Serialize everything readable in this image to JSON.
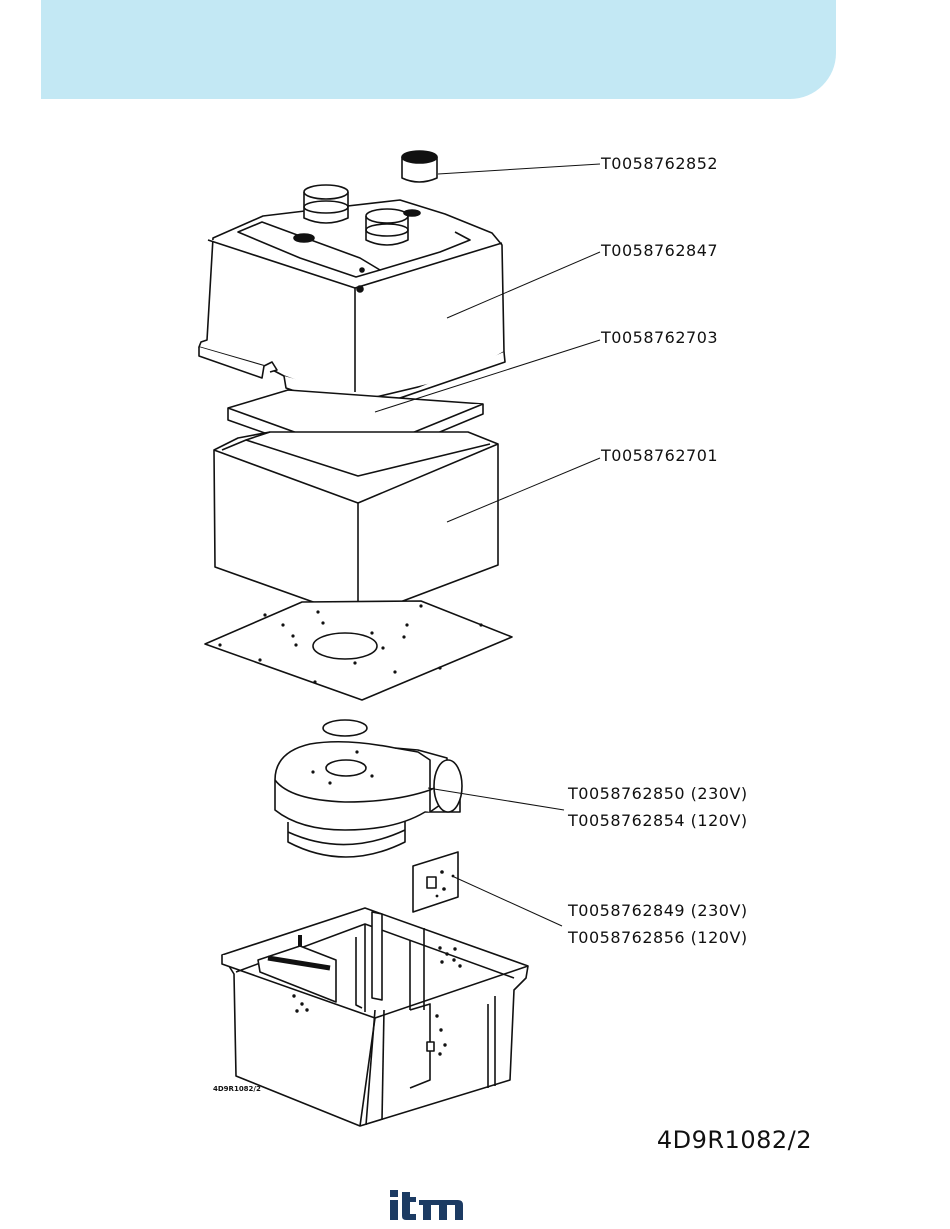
{
  "header": {
    "banner_color": "#c3e8f4"
  },
  "parts": [
    {
      "part_number": "T0058762852",
      "component": "cap"
    },
    {
      "part_number": "T0058762847",
      "component": "top-cover"
    },
    {
      "part_number": "T0058762703",
      "component": "filter-pad"
    },
    {
      "part_number": "T0058762701",
      "component": "foam-block"
    },
    {
      "part_number": "T0058762850 (230V)",
      "component": "blower-motor"
    },
    {
      "part_number": "T0058762854 (120V)",
      "component": "blower-motor"
    },
    {
      "part_number": "T0058762849 (230V)",
      "component": "control-board"
    },
    {
      "part_number": "T0058762856 (120V)",
      "component": "control-board"
    }
  ],
  "drawing": {
    "small_reference": "4D9R1082/2",
    "number": "4D9R1082/2"
  },
  "brand": {
    "logo_text": "itm",
    "icon": "itm-logo"
  }
}
